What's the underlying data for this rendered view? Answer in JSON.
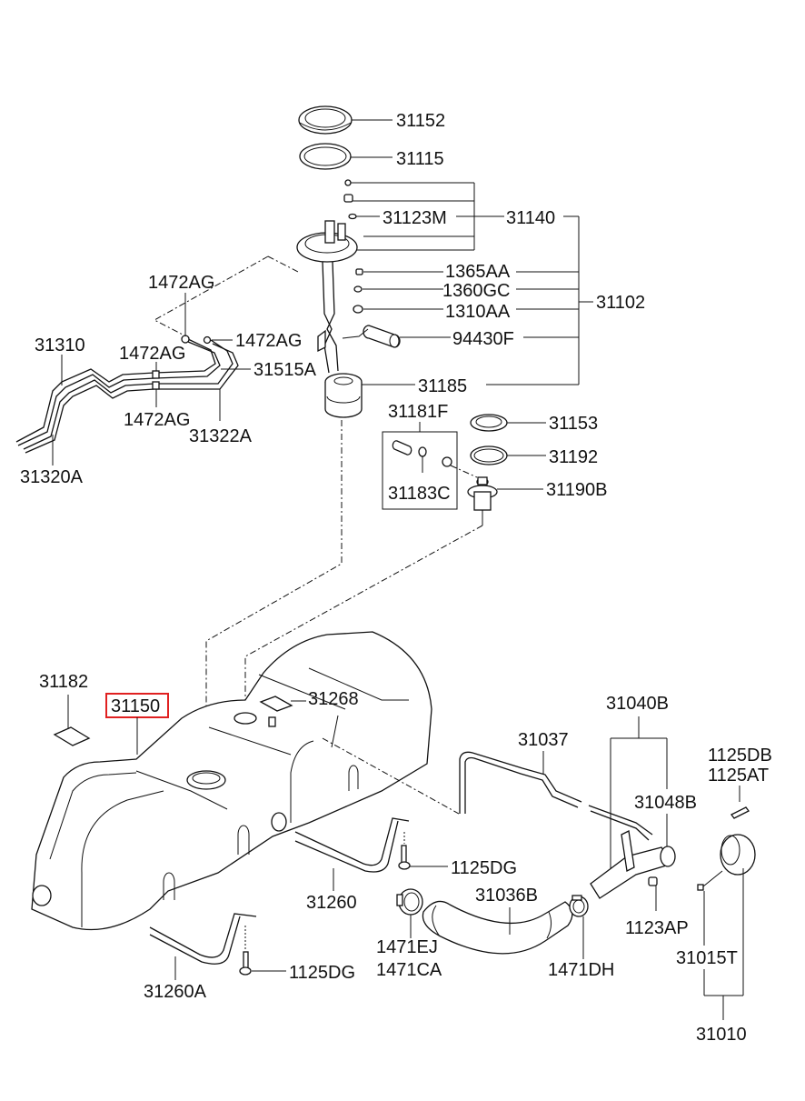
{
  "title": "Fuel tank assembly parts diagram",
  "highlight_color": "#e02020",
  "highlighted_part": "31150",
  "labels": {
    "p31152": "31152",
    "p31115": "31115",
    "p31123M": "31123M",
    "p31140": "31140",
    "p1365AA": "1365AA",
    "p1360GC": "1360GC",
    "p1310AA": "1310AA",
    "p31102": "31102",
    "p94430F": "94430F",
    "p31185": "31185",
    "p1472AG_top": "1472AG",
    "p1472AG_right": "1472AG",
    "p1472AG_mid": "1472AG",
    "p1472AG_bottom": "1472AG",
    "p31310": "31310",
    "p31515A": "31515A",
    "p31322A": "31322A",
    "p31320A": "31320A",
    "p31181F": "31181F",
    "p31183C": "31183C",
    "p31153": "31153",
    "p31192": "31192",
    "p31190B": "31190B",
    "p31182": "31182",
    "p31150": "31150",
    "p31268": "31268",
    "p31040B": "31040B",
    "p31037": "31037",
    "p31048B": "31048B",
    "p1125DB": "1125DB",
    "p1125AT": "1125AT",
    "p1125DG_upper": "1125DG",
    "p31260": "31260",
    "p31036B": "31036B",
    "p1471EJ": "1471EJ",
    "p1471CA": "1471CA",
    "p1471DH": "1471DH",
    "p1123AP": "1123AP",
    "p31015T": "31015T",
    "p31010": "31010",
    "p31260A": "31260A",
    "p1125DG_lower": "1125DG"
  }
}
